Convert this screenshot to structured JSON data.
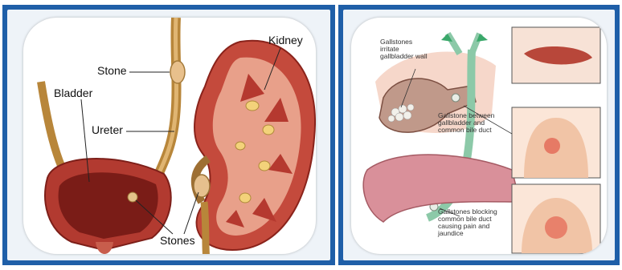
{
  "left_panel": {
    "labels": {
      "stone": "Stone",
      "kidney": "Kidney",
      "bladder": "Bladder",
      "ureter": "Ureter",
      "stones": "Stones"
    }
  },
  "right_panel": {
    "labels": {
      "gallbladder_wall": "Gallstones irritate gallbladder wall",
      "between_ducts": "Gallstone between gallbladder and common bile duct",
      "blocking_duct": "Gallstones blocking common bile duct causing pain and jaundice"
    }
  },
  "colors": {
    "frame": "#1f5fa8",
    "tissue": "#a8322c",
    "tissue_light": "#e8a08a",
    "skin": "#f1c4a6",
    "bile": "#8cc9a8"
  }
}
